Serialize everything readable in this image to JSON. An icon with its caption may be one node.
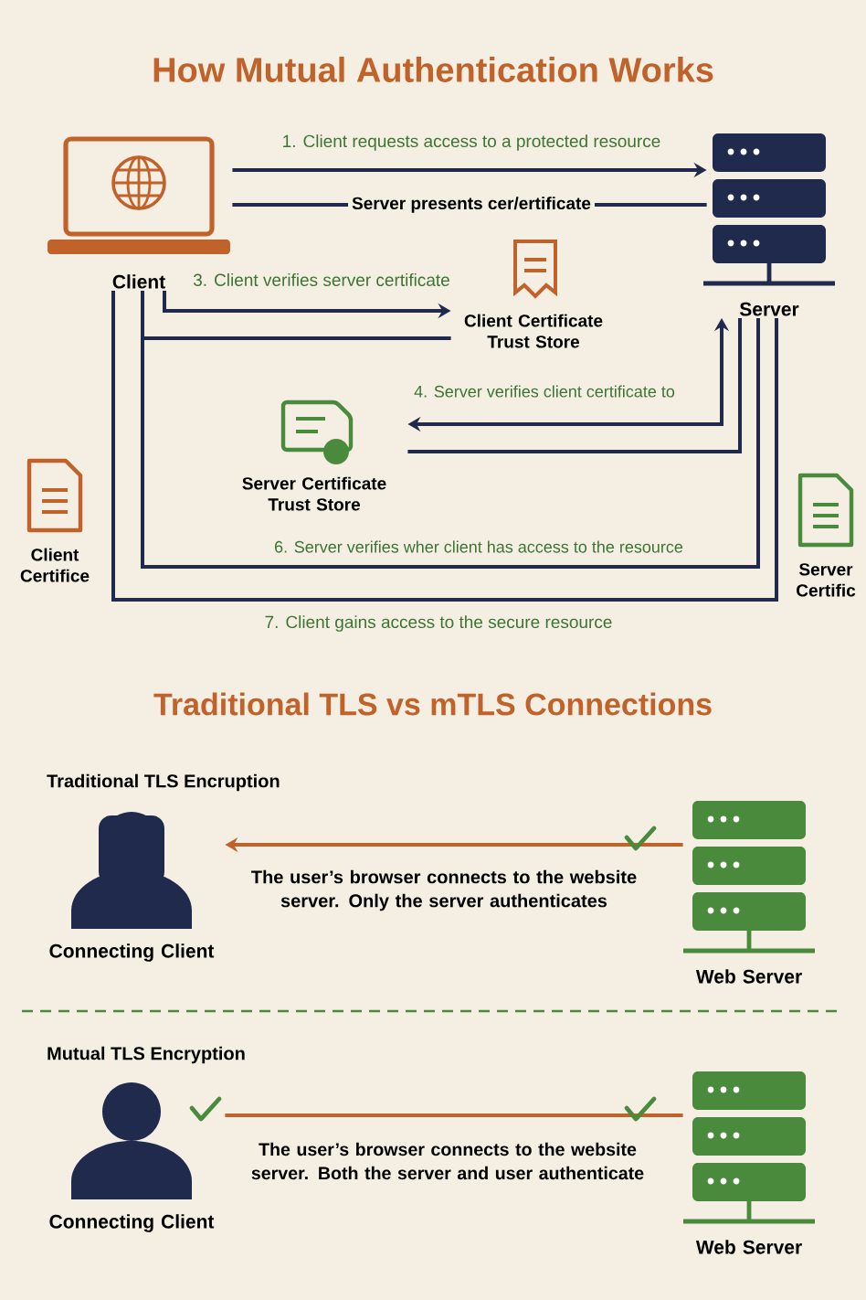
{
  "diagram": {
    "title": "How Mutual Authentication Works",
    "nodes": [
      {
        "text": [
          "Client"
        ]
      },
      {
        "text": [
          "Server"
        ]
      },
      {
        "text": [
          "Client Certificate Trust Store"
        ]
      },
      {
        "text": [
          "Server Certificate Trust Store"
        ]
      },
      {
        "text": [
          "Client Certifice"
        ]
      },
      {
        "text": [
          "Server Certific"
        ]
      },
      {
        "text": [
          "Connecting Client"
        ]
      },
      {
        "text": [
          "Web Server"
        ]
      },
      {
        "text": [
          "Connecting Client"
        ]
      },
      {
        "text": [
          "Web Server"
        ]
      }
    ],
    "edges": [
      {
        "from": 0,
        "to": 1,
        "arrow": "to",
        "label": "1. Client requests access to a protected resource"
      },
      {
        "from": 1,
        "to": 0,
        "arrow": "none",
        "label": "Server presents cer/ertificate"
      },
      {
        "from": 0,
        "to": 2,
        "arrow": "to",
        "label": "3. Client verifies server certificate"
      },
      {
        "from": 2,
        "to": 0,
        "arrow": "none"
      },
      {
        "from": 1,
        "to": 3,
        "arrow": "both",
        "label": "4. Server verifies client certificate to"
      },
      {
        "from": 3,
        "to": 1,
        "arrow": "none"
      },
      {
        "from": 1,
        "to": 0,
        "arrow": "none",
        "label": "6. Server verifies wher client has access to the resource"
      },
      {
        "from": 1,
        "to": 0,
        "arrow": "none",
        "label": "7. Client gains access to the secure resource"
      },
      {
        "from": 7,
        "to": 6,
        "arrow": "to",
        "color": "#c0622a",
        "label": "The user’s browser connects to the website server. Only the server authenticates"
      },
      {
        "from": 9,
        "to": 8,
        "arrow": "none",
        "color": "#c0622a",
        "label": "The user’s browser connects to the website server. Both the server and user authenticate"
      }
    ],
    "labels": [
      "Traditional TLS vs mTLS Connections",
      "Traditional TLS Encruption",
      "Mutual TLS Encryption"
    ]
  }
}
